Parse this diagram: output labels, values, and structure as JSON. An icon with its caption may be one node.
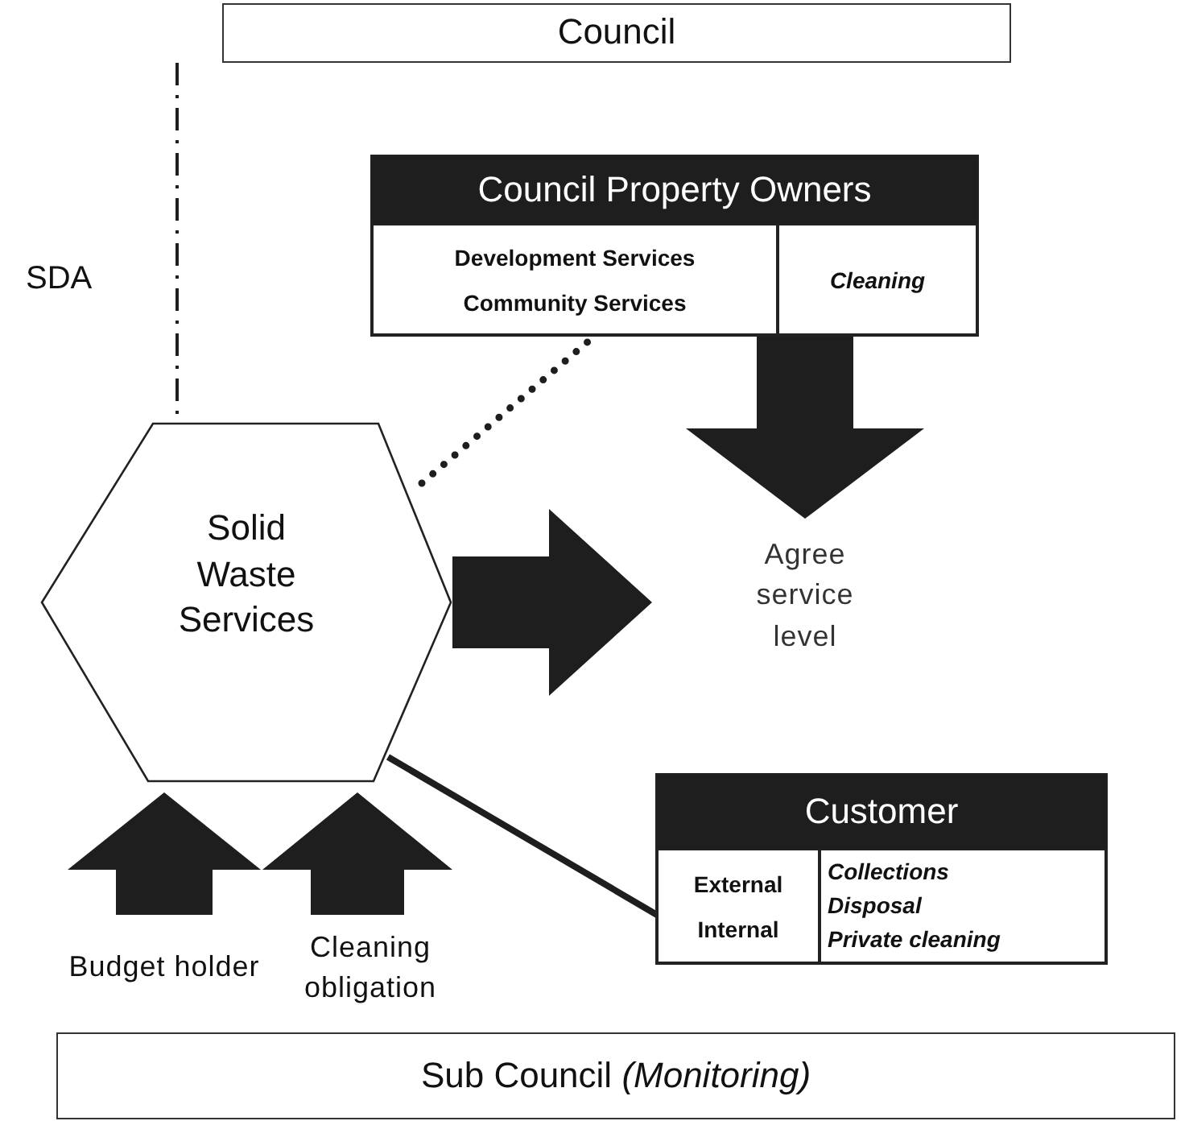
{
  "diagram": {
    "nodes": [
      {
        "text": [
          "Council"
        ]
      },
      {
        "text": [
          "Council Property Owners"
        ]
      },
      {
        "text": [
          "Development Services",
          "Community Services"
        ],
        "in": 1
      },
      {
        "text": [
          "Cleaning"
        ],
        "in": 1
      },
      {
        "text": [
          "Solid Waste Services"
        ]
      },
      {
        "text": [
          "Agree service level"
        ]
      },
      {
        "text": [
          "Customer"
        ]
      },
      {
        "text": [
          "External",
          "Internal"
        ],
        "in": 6
      },
      {
        "text": [
          "Collections",
          "Disposal",
          "Private cleaning"
        ],
        "in": 6
      },
      {
        "text": [
          "Budget holder"
        ]
      },
      {
        "text": [
          "Cleaning obligation"
        ]
      },
      {
        "text": [
          "Sub Council *(Monitoring)*"
        ]
      }
    ],
    "edges": [
      {
        "from": 0,
        "to": 4,
        "arrow": "none",
        "style": "dashed",
        "label": "SDA"
      },
      {
        "from": 4,
        "to": 2,
        "arrow": "none",
        "style": "dashed"
      },
      {
        "from": 1,
        "to": 5,
        "arrow": "to",
        "style": "thick"
      },
      {
        "from": 4,
        "to": 5,
        "arrow": "to",
        "style": "thick"
      },
      {
        "from": 4,
        "to": 7,
        "arrow": "none"
      },
      {
        "from": 9,
        "to": 4,
        "arrow": "to",
        "style": "thick"
      },
      {
        "from": 10,
        "to": 4,
        "arrow": "to",
        "style": "thick"
      }
    ]
  }
}
